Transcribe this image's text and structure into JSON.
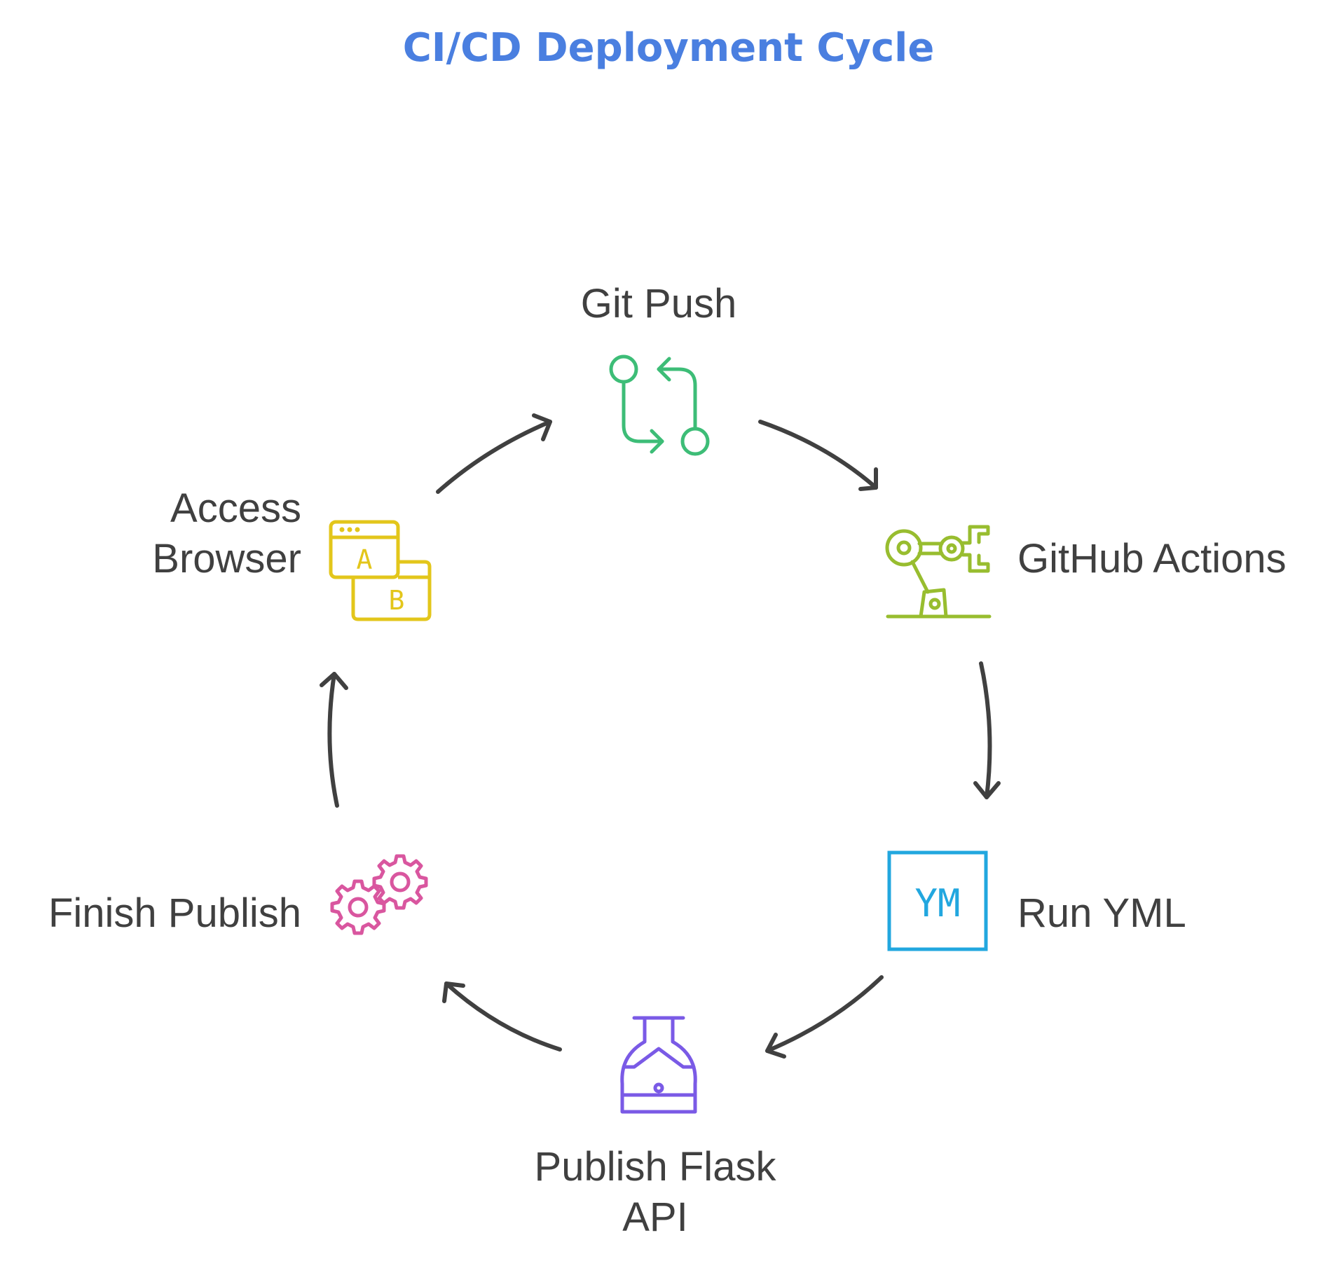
{
  "title": "CI/CD Deployment Cycle",
  "colors": {
    "title": "#4a7fe0",
    "label": "#404040",
    "arrow": "#404040",
    "git_push": "#3dbd77",
    "github_actions": "#98bd2f",
    "run_yml": "#22a7df",
    "publish_flask": "#7a5ae6",
    "finish_publish": "#d9569f",
    "access_browser": "#e3c61b"
  },
  "nodes": [
    {
      "id": "git-push",
      "label": "Git Push",
      "icon": "git-pull-request-icon"
    },
    {
      "id": "github-actions",
      "label": "GitHub Actions",
      "icon": "robot-arm-icon"
    },
    {
      "id": "run-yml",
      "label": "Run YML",
      "icon": "yml-file-icon",
      "icon_text": "YM"
    },
    {
      "id": "publish-flask",
      "label_line1": "Publish Flask",
      "label_line2": "API",
      "icon": "flask-icon"
    },
    {
      "id": "finish-publish",
      "label": "Finish Publish",
      "icon": "gears-icon"
    },
    {
      "id": "access-browser",
      "label_line1": "Access",
      "label_line2": "Browser",
      "icon": "ab-browser-windows-icon",
      "icon_text_a": "A",
      "icon_text_b": "B"
    }
  ],
  "edges": [
    {
      "from": "git-push",
      "to": "github-actions"
    },
    {
      "from": "github-actions",
      "to": "run-yml"
    },
    {
      "from": "run-yml",
      "to": "publish-flask"
    },
    {
      "from": "publish-flask",
      "to": "finish-publish"
    },
    {
      "from": "finish-publish",
      "to": "access-browser"
    },
    {
      "from": "access-browser",
      "to": "git-push"
    }
  ]
}
